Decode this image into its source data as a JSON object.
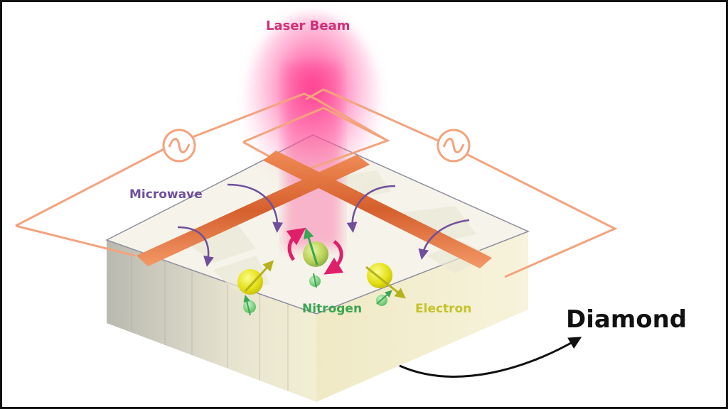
{
  "labels": {
    "laser": "Laser Beam",
    "microwave": "Microwave",
    "nitrogen": "Nitrogen",
    "electron": "Electron",
    "diamond": "Diamond"
  },
  "colors": {
    "laser": "#e8357f",
    "microwave": "#6f4e9c",
    "nitrogen": "#3aa552",
    "electron": "#c5c22a",
    "circuit": "#f4a37d",
    "wire": "#e07040",
    "diamond_top": "#f6f3e6",
    "diamond_side": "#d9d8c6",
    "frame": "#111111"
  },
  "icons": {
    "ac_source": "ac-source-icon",
    "spin_arrow": "spin-arrow-icon",
    "rotation_arrow": "rotation-arrow-icon",
    "pointer_arrow": "curved-arrow-icon"
  }
}
